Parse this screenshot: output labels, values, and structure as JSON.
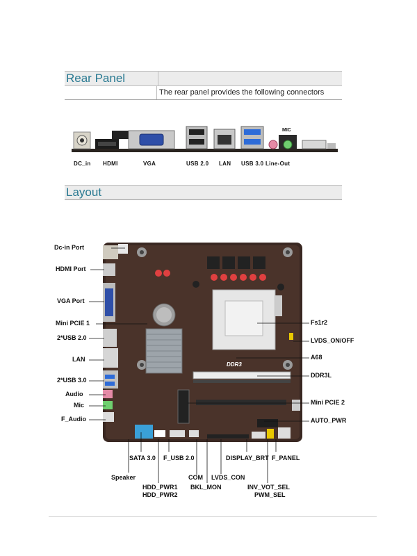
{
  "rear_panel": {
    "title": "Rear Panel",
    "description": "The rear panel provides the following connectors",
    "connectors": [
      "DC_in",
      "HDMI",
      "VGA",
      "USB 2.0",
      "LAN",
      "USB 3.0",
      "Line-Out"
    ],
    "mic_label": "MIC"
  },
  "layout": {
    "title": "Layout",
    "left_labels": [
      "Dc-in Port",
      "HDMI Port",
      "VGA Port",
      "Mini PCIE 1",
      "2*USB 2.0",
      "LAN",
      "2*USB 3.0",
      "Audio",
      "Mic",
      "F_Audio"
    ],
    "right_labels": [
      "Fs1r2",
      "LVDS_ON/OFF",
      "A68",
      "DDR3L",
      "Mini PCIE 2",
      "AUTO_PWR"
    ],
    "bottom_labels": {
      "sata": "SATA 3.0",
      "speaker": "Speaker",
      "f_usb": "F_USB 2.0",
      "hdd_pwr1": "HDD_PWR1",
      "hdd_pwr2": "HDD_PWR2",
      "com": "COM",
      "bkl_mon": "BKL_MON",
      "lvds_con": "LVDS_CON",
      "display_brt": "DISPLAY_BRT",
      "f_panel": "F_PANEL",
      "inv_vot_sel": "INV_VOT_SEL",
      "pwm_sel": "PWM_SEL"
    },
    "board_text": {
      "ddr": "DDR3"
    }
  }
}
